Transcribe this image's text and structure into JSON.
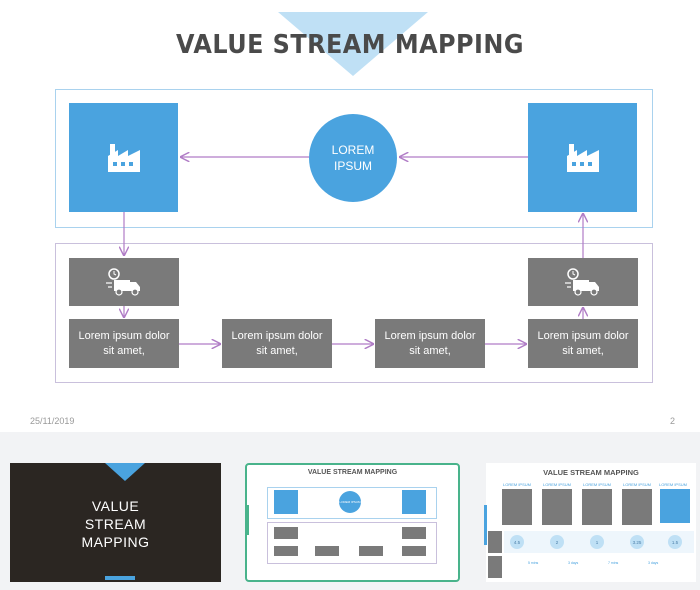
{
  "slide": {
    "title": "VALUE STREAM MAPPING",
    "circle_text": "LOREM\nIPSUM",
    "process_text": "Lorem ipsum dolor sit amet,",
    "processes": [
      "Lorem ipsum dolor sit amet,",
      "Lorem ipsum dolor sit amet,",
      "Lorem ipsum dolor sit amet,",
      "Lorem ipsum dolor sit amet,"
    ],
    "date": "25/11/2019",
    "page_number": "2",
    "accent": "#4aa3df",
    "gray": "#7a7a7a"
  },
  "thumbnails": [
    {
      "title": "VALUE\nSTREAM\nMAPPING",
      "selected": false
    },
    {
      "title": "VALUE STREAM MAPPING",
      "selected": true,
      "circle_text": "LOREM IPSUM"
    },
    {
      "title": "VALUE STREAM MAPPING",
      "selected": false,
      "columns": [
        "LOREM IPSUM",
        "LOREM IPSUM",
        "LOREM IPSUM",
        "LOREM IPSUM",
        "LOREM IPSUM"
      ],
      "timeline_values": [
        "4.5",
        "2",
        "1",
        "3.25",
        "1.5"
      ],
      "timeline_labels": [
        "5 mins",
        "3 days",
        "7 mins",
        "3 days"
      ]
    }
  ],
  "icons": [
    "factory-icon",
    "delivery-truck-icon"
  ]
}
